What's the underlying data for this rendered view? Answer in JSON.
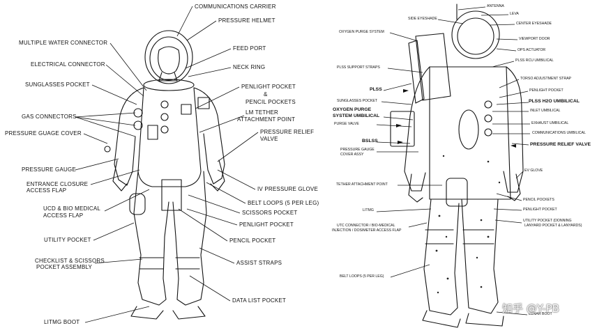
{
  "left_labels": [
    "COMMUNICATIONS CARRIER",
    "PRESSURE HELMET",
    "MULTIPLE WATER CONNECTOR",
    "FEED PORT",
    "ELECTRICAL CONNECTOR",
    "NECK RING",
    "SUNGLASSES POCKET",
    "PENLIGHT POCKET",
    "&",
    "PENCIL POCKETS",
    "LM TETHER",
    "ATTACHMENT POINT",
    "GAS CONNECTORS",
    "PRESSURE RELIEF",
    "VALVE",
    "PRESSURE GUAGE COVER",
    "PRESSURE GAUGE",
    "ENTRANCE CLOSURE",
    "ACCESS FLAP",
    "IV PRESSURE GLOVE",
    "BELT LOOPS (5 PER LEG)",
    "UCD & BIO MEDICAL",
    "ACCESS FLAP",
    "SCISSORS POCKET",
    "PENLIGHT POCKET",
    "UTILITY POCKET",
    "PENCIL POCKET",
    "CHECKLIST & SCISSORS",
    "POCKET ASSEMBLY",
    "ASSIST STRAPS",
    "DATA LIST POCKET",
    "LITMG BOOT"
  ],
  "right_labels": [
    "ANTENNA",
    "LEVA",
    "SIDE EYESHADE",
    "CENTER EYESHADE",
    "OXYGEN PURGE SYSTEM",
    "VIEWPORT DOOR",
    "OPS ACTUATOR",
    "PLSS RCU UMBILICAL",
    "PLSS SUPPORT STRAPS",
    "TORSO ADJUSTMENT STRAP",
    "PLSS",
    "PENLIGHT POCKET",
    "SUNGLASSES POCKET",
    "PLSS H2O UMBILICAL",
    "INLET UMBILICAL",
    "OXYGEN PURGE",
    "SYSTEM UMBILICAL",
    "PURGE VALVE",
    "EXHAUST UMBILICAL",
    "COMMUNICATIONS UMBILICAL",
    "BSLSS",
    "PRESSURE RELIEF VALVE",
    "PRESSURE GAUGE",
    "COVER ASSY",
    "EV GLOVE",
    "TETHER ATTACHMENT POINT",
    "PENCIL POCKETS",
    "LITMG",
    "PENLIGHT POCKET",
    "UTILITY POCKET (DONNING",
    "LANYARD POCKET & LANYARDS)",
    "UTC CONNECTOR / BIO-MEDICAL",
    "INJECTION / DOSIMETER ACCESS FLAP",
    "BELT LOOPS (5 PER LEG)",
    "LUNAR BOOT"
  ],
  "watermark": "知乎 @Y-PB"
}
